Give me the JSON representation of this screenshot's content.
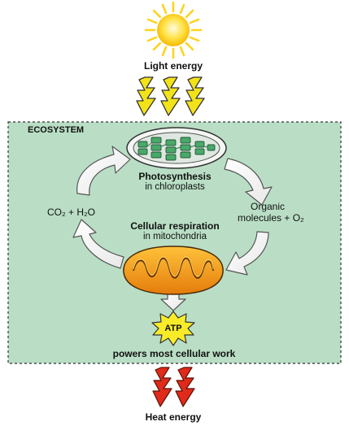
{
  "title": "",
  "labels": {
    "light_energy": "Light energy",
    "ecosystem": "ECOSYSTEM",
    "photosynthesis": "Photosynthesis",
    "in_chloroplasts": "in chloroplasts",
    "co2_h2o": "CO₂ + H₂O",
    "organic_line1": "Organic",
    "organic_line2": "molecules + O₂",
    "cellular_respiration": "Cellular respiration",
    "in_mitochondria": "in mitochondria",
    "atp": "ATP",
    "powers": "powers most cellular work",
    "heat_energy": "Heat energy"
  },
  "colors": {
    "ecosystem_fill": "#b9dec5",
    "sun": "#ffd21a",
    "light_bolt": "#f2e21a",
    "heat_bolt": "#e02a1a",
    "chloroplast": "#4aa86a",
    "mitochondrion": "#f09a1a",
    "atp_burst": "#f8ec2a"
  },
  "icons": [
    "sun-icon",
    "light-bolt-icon",
    "chloroplast-icon",
    "mitochondrion-icon",
    "atp-burst-icon",
    "heat-bolt-icon",
    "cycle-arrow-icon"
  ]
}
